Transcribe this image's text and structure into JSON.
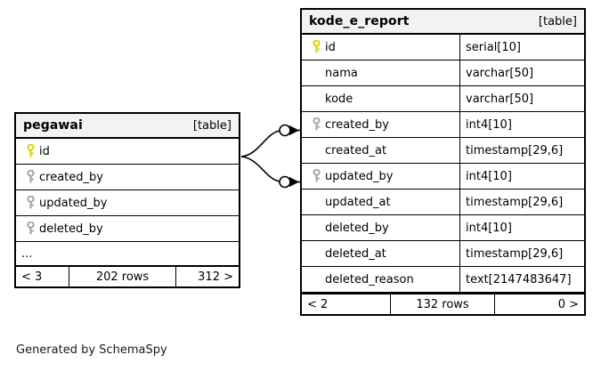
{
  "diagram": {
    "caption": "Generated by SchemaSpy",
    "table_tag": "[table]",
    "ellipsis": "...",
    "key_icons": {
      "primary": "primary-key-icon",
      "foreign": "foreign-key-icon"
    },
    "colors": {
      "primary_key": "#d6d600",
      "foreign_key": "#a6a6a6",
      "border": "#000000",
      "header_bg": "#f2f2f2",
      "background": "#ffffff"
    }
  },
  "tables": [
    {
      "id": "pegawai",
      "name": "pegawai",
      "tag": "[table]",
      "has_type_column": false,
      "columns": [
        {
          "name": "id",
          "type": "",
          "key": "primary"
        },
        {
          "name": "created_by",
          "type": "",
          "key": "foreign"
        },
        {
          "name": "updated_by",
          "type": "",
          "key": "foreign"
        },
        {
          "name": "deleted_by",
          "type": "",
          "key": "foreign"
        }
      ],
      "truncated": true,
      "footer": {
        "left": "< 3",
        "middle": "202 rows",
        "right": "312 >"
      }
    },
    {
      "id": "kode_e_report",
      "name": "kode_e_report",
      "tag": "[table]",
      "has_type_column": true,
      "columns": [
        {
          "name": "id",
          "type": "serial[10]",
          "key": "primary"
        },
        {
          "name": "nama",
          "type": "varchar[50]",
          "key": "none"
        },
        {
          "name": "kode",
          "type": "varchar[50]",
          "key": "none"
        },
        {
          "name": "created_by",
          "type": "int4[10]",
          "key": "foreign"
        },
        {
          "name": "created_at",
          "type": "timestamp[29,6]",
          "key": "none"
        },
        {
          "name": "updated_by",
          "type": "int4[10]",
          "key": "foreign"
        },
        {
          "name": "updated_at",
          "type": "timestamp[29,6]",
          "key": "none"
        },
        {
          "name": "deleted_by",
          "type": "int4[10]",
          "key": "none"
        },
        {
          "name": "deleted_at",
          "type": "timestamp[29,6]",
          "key": "none"
        },
        {
          "name": "deleted_reason",
          "type": "text[2147483647]",
          "key": "none"
        }
      ],
      "truncated": false,
      "footer": {
        "left": "< 2",
        "middle": "132 rows",
        "right": "0 >"
      }
    }
  ],
  "relationships": [
    {
      "from_table": "pegawai",
      "from_column": "id",
      "to_table": "kode_e_report",
      "to_column": "created_by",
      "cardinality": "zero-or-many"
    },
    {
      "from_table": "pegawai",
      "from_column": "id",
      "to_table": "kode_e_report",
      "to_column": "updated_by",
      "cardinality": "zero-or-many"
    }
  ]
}
